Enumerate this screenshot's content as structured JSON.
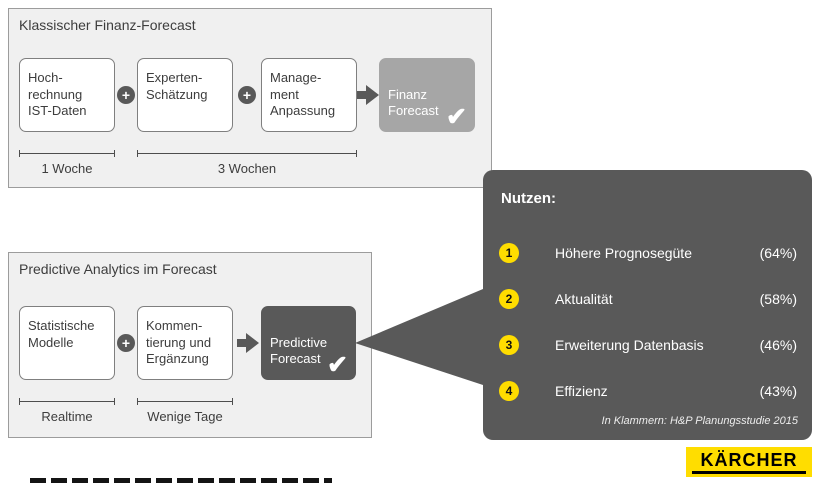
{
  "classic_panel": {
    "title": "Klassischer Finanz-Forecast",
    "box1": "Hoch-\nrechnung\nIST-Daten",
    "box2": "Experten-\nSchätzung",
    "box3": "Manage-\nment\nAnpassung",
    "result_box": "Finanz\nForecast",
    "duration_box1": "1 Woche",
    "duration_boxes23": "3 Wochen"
  },
  "predictive_panel": {
    "title": "Predictive Analytics im Forecast",
    "box1": "Statistische\nModelle",
    "box2": "Kommen-\ntierung und\nErgänzung",
    "result_box": "Predictive\nForecast",
    "duration_box1": "Realtime",
    "duration_box2": "Wenige Tage"
  },
  "benefits_panel": {
    "title": "Nutzen:",
    "items": [
      {
        "number": "1",
        "label": "Höhere Prognosegüte",
        "value": "(64%)"
      },
      {
        "number": "2",
        "label": "Aktualität",
        "value": "(58%)"
      },
      {
        "number": "3",
        "label": "Erweiterung Datenbasis",
        "value": "(46%)"
      },
      {
        "number": "4",
        "label": "Effizienz",
        "value": "(43%)"
      }
    ],
    "source_note": "In Klammern: H&P Planungsstudie 2015"
  },
  "logo": {
    "brand": "KÄRCHER"
  },
  "glyphs": {
    "plus": "+",
    "check": "✔"
  },
  "colors": {
    "panel_bg": "#f0f0f0",
    "panel_border": "#9c9c9c",
    "node_border": "#7f7f7f",
    "mid_gray": "#a6a6a6",
    "dark_gray": "#595959",
    "yellow": "#ffdd00"
  }
}
